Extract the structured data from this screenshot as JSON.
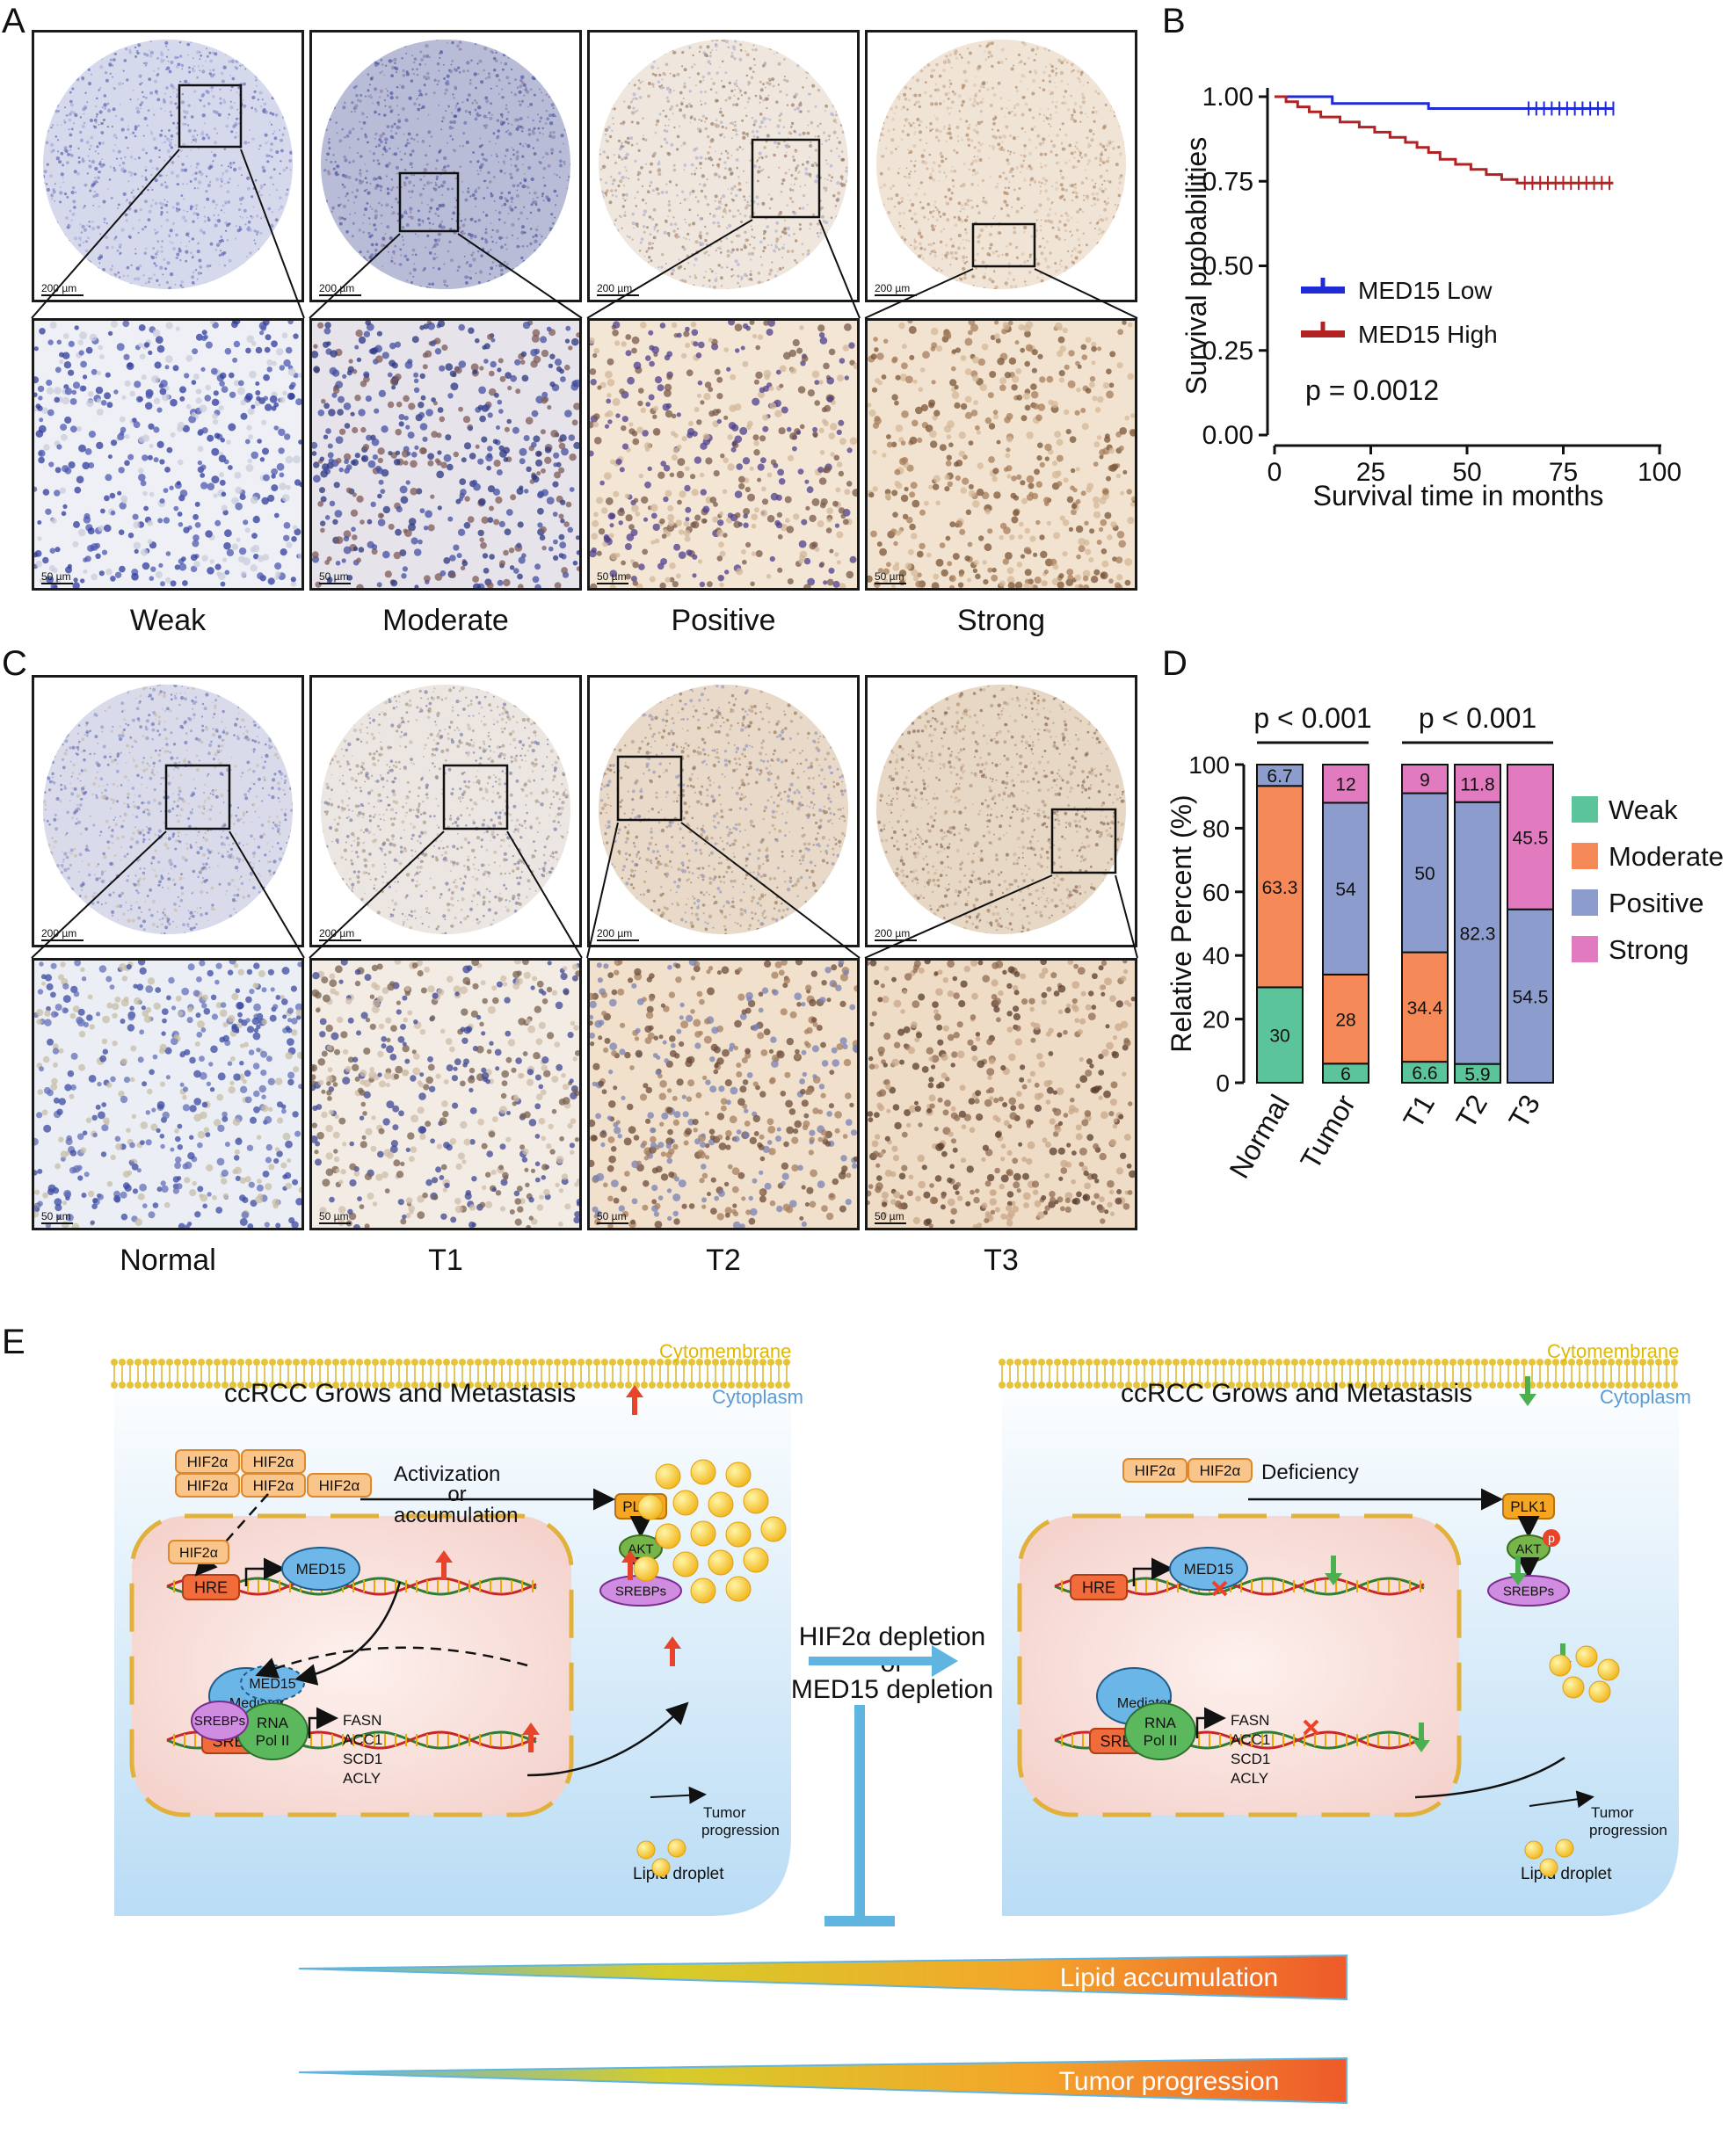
{
  "panels": {
    "a": {
      "letter": "A",
      "scale_top": "200 µm",
      "scale_bottom": "50 µm",
      "captions": [
        "Weak",
        "Moderate",
        "Positive",
        "Strong"
      ]
    },
    "c": {
      "letter": "C",
      "scale_top": "200 µm",
      "scale_bottom": "50 µm",
      "captions": [
        "Normal",
        "T1",
        "T2",
        "T3"
      ]
    },
    "b": {
      "letter": "B"
    },
    "d": {
      "letter": "D"
    },
    "e": {
      "letter": "E",
      "left_title": "ccRCC Grows and Metastasis",
      "right_title": "ccRCC Grows and Metastasis",
      "cytomembrane": "Cytomembrane",
      "cytoplasm": "Cytoplasm",
      "hif2a": "HIF2α",
      "activization": [
        "Activization",
        "or",
        "accumulation"
      ],
      "deficiency": "Deficiency",
      "hre": "HRE",
      "sre": "SRE",
      "med15": "MED15",
      "mediator": "Mediator",
      "srebps": "SREBPs",
      "plk1": "PLK1",
      "akt": "AKT",
      "p": "p",
      "rna_pol": [
        "RNA",
        "Pol II"
      ],
      "genes": [
        "FASN",
        "ACC1",
        "SCD1",
        "ACLY"
      ],
      "tumor_progression": [
        "Tumor",
        "progression"
      ],
      "lipid_droplet": "Lipid droplet",
      "depletion": [
        "HIF2α depletion",
        "or",
        "MED15 depletion"
      ],
      "lipid_accumulation": "Lipid accumulation",
      "tumor_progression_bar": "Tumor progression"
    }
  },
  "chart_data": [
    {
      "type": "line",
      "panel": "B",
      "xlabel": "Survival time in months",
      "ylabel": "Survival probabilities",
      "xlim": [
        0,
        100
      ],
      "ylim": [
        0,
        1
      ],
      "xticks": [
        "0",
        "25",
        "50",
        "75",
        "100"
      ],
      "yticks": [
        "0.00",
        "0.25",
        "0.50",
        "0.75",
        "1.00"
      ],
      "annotation": "p = 0.0012",
      "legend_position": "bottom-left",
      "series": [
        {
          "name": "MED15 Low",
          "color": "#1f2bd6",
          "steps": [
            [
              0,
              1.0
            ],
            [
              15,
              1.0
            ],
            [
              15,
              0.98
            ],
            [
              40,
              0.98
            ],
            [
              40,
              0.965
            ],
            [
              88,
              0.965
            ]
          ],
          "censor": [
            66,
            68,
            70,
            72,
            74,
            76,
            78,
            80,
            82,
            84,
            86,
            88
          ]
        },
        {
          "name": "MED15 High",
          "color": "#b22222",
          "steps": [
            [
              0,
              1.0
            ],
            [
              3,
              1.0
            ],
            [
              3,
              0.985
            ],
            [
              6,
              0.985
            ],
            [
              6,
              0.97
            ],
            [
              9,
              0.97
            ],
            [
              9,
              0.955
            ],
            [
              12,
              0.955
            ],
            [
              12,
              0.94
            ],
            [
              17,
              0.94
            ],
            [
              17,
              0.925
            ],
            [
              22,
              0.925
            ],
            [
              22,
              0.91
            ],
            [
              26,
              0.91
            ],
            [
              26,
              0.895
            ],
            [
              30,
              0.895
            ],
            [
              30,
              0.88
            ],
            [
              34,
              0.88
            ],
            [
              34,
              0.865
            ],
            [
              37,
              0.865
            ],
            [
              37,
              0.85
            ],
            [
              40,
              0.85
            ],
            [
              40,
              0.835
            ],
            [
              43,
              0.835
            ],
            [
              43,
              0.815
            ],
            [
              47,
              0.815
            ],
            [
              47,
              0.8
            ],
            [
              51,
              0.8
            ],
            [
              51,
              0.785
            ],
            [
              55,
              0.785
            ],
            [
              55,
              0.77
            ],
            [
              59,
              0.77
            ],
            [
              59,
              0.755
            ],
            [
              63,
              0.755
            ],
            [
              63,
              0.745
            ],
            [
              88,
              0.745
            ]
          ],
          "censor": [
            65,
            67,
            69,
            71,
            73,
            75,
            77,
            79,
            81,
            83,
            85,
            87
          ]
        }
      ]
    },
    {
      "type": "bar",
      "panel": "D",
      "stacked": true,
      "ylabel": "Relative Percent (%)",
      "ylim": [
        0,
        100
      ],
      "yticks": [
        "0",
        "20",
        "40",
        "60",
        "80",
        "100"
      ],
      "categories": [
        "Normal",
        "Tumor",
        "T1",
        "T2",
        "T3"
      ],
      "series": [
        {
          "name": "Weak",
          "color": "#5cc49a",
          "values": [
            30,
            6,
            6.6,
            5.9,
            0
          ]
        },
        {
          "name": "Moderate",
          "color": "#f58a58",
          "values": [
            63.3,
            28,
            34.4,
            0,
            0
          ]
        },
        {
          "name": "Positive",
          "color": "#8c9ccd",
          "values": [
            6.7,
            54,
            50,
            82.3,
            54.5
          ]
        },
        {
          "name": "Strong",
          "color": "#e27ac0",
          "values": [
            0,
            12,
            9,
            11.8,
            45.5
          ]
        }
      ],
      "data_labels": [
        [
          "30",
          "63.3",
          "6.7",
          ""
        ],
        [
          "6",
          "28",
          "54",
          "12"
        ],
        [
          "6.6",
          "34.4",
          "50",
          "9"
        ],
        [
          "5.9",
          "",
          "82.3",
          "11.8"
        ],
        [
          "",
          "",
          "54.5",
          "45.5"
        ]
      ],
      "significance": [
        "p < 0.001",
        "p < 0.001"
      ],
      "legend_position": "right"
    }
  ]
}
